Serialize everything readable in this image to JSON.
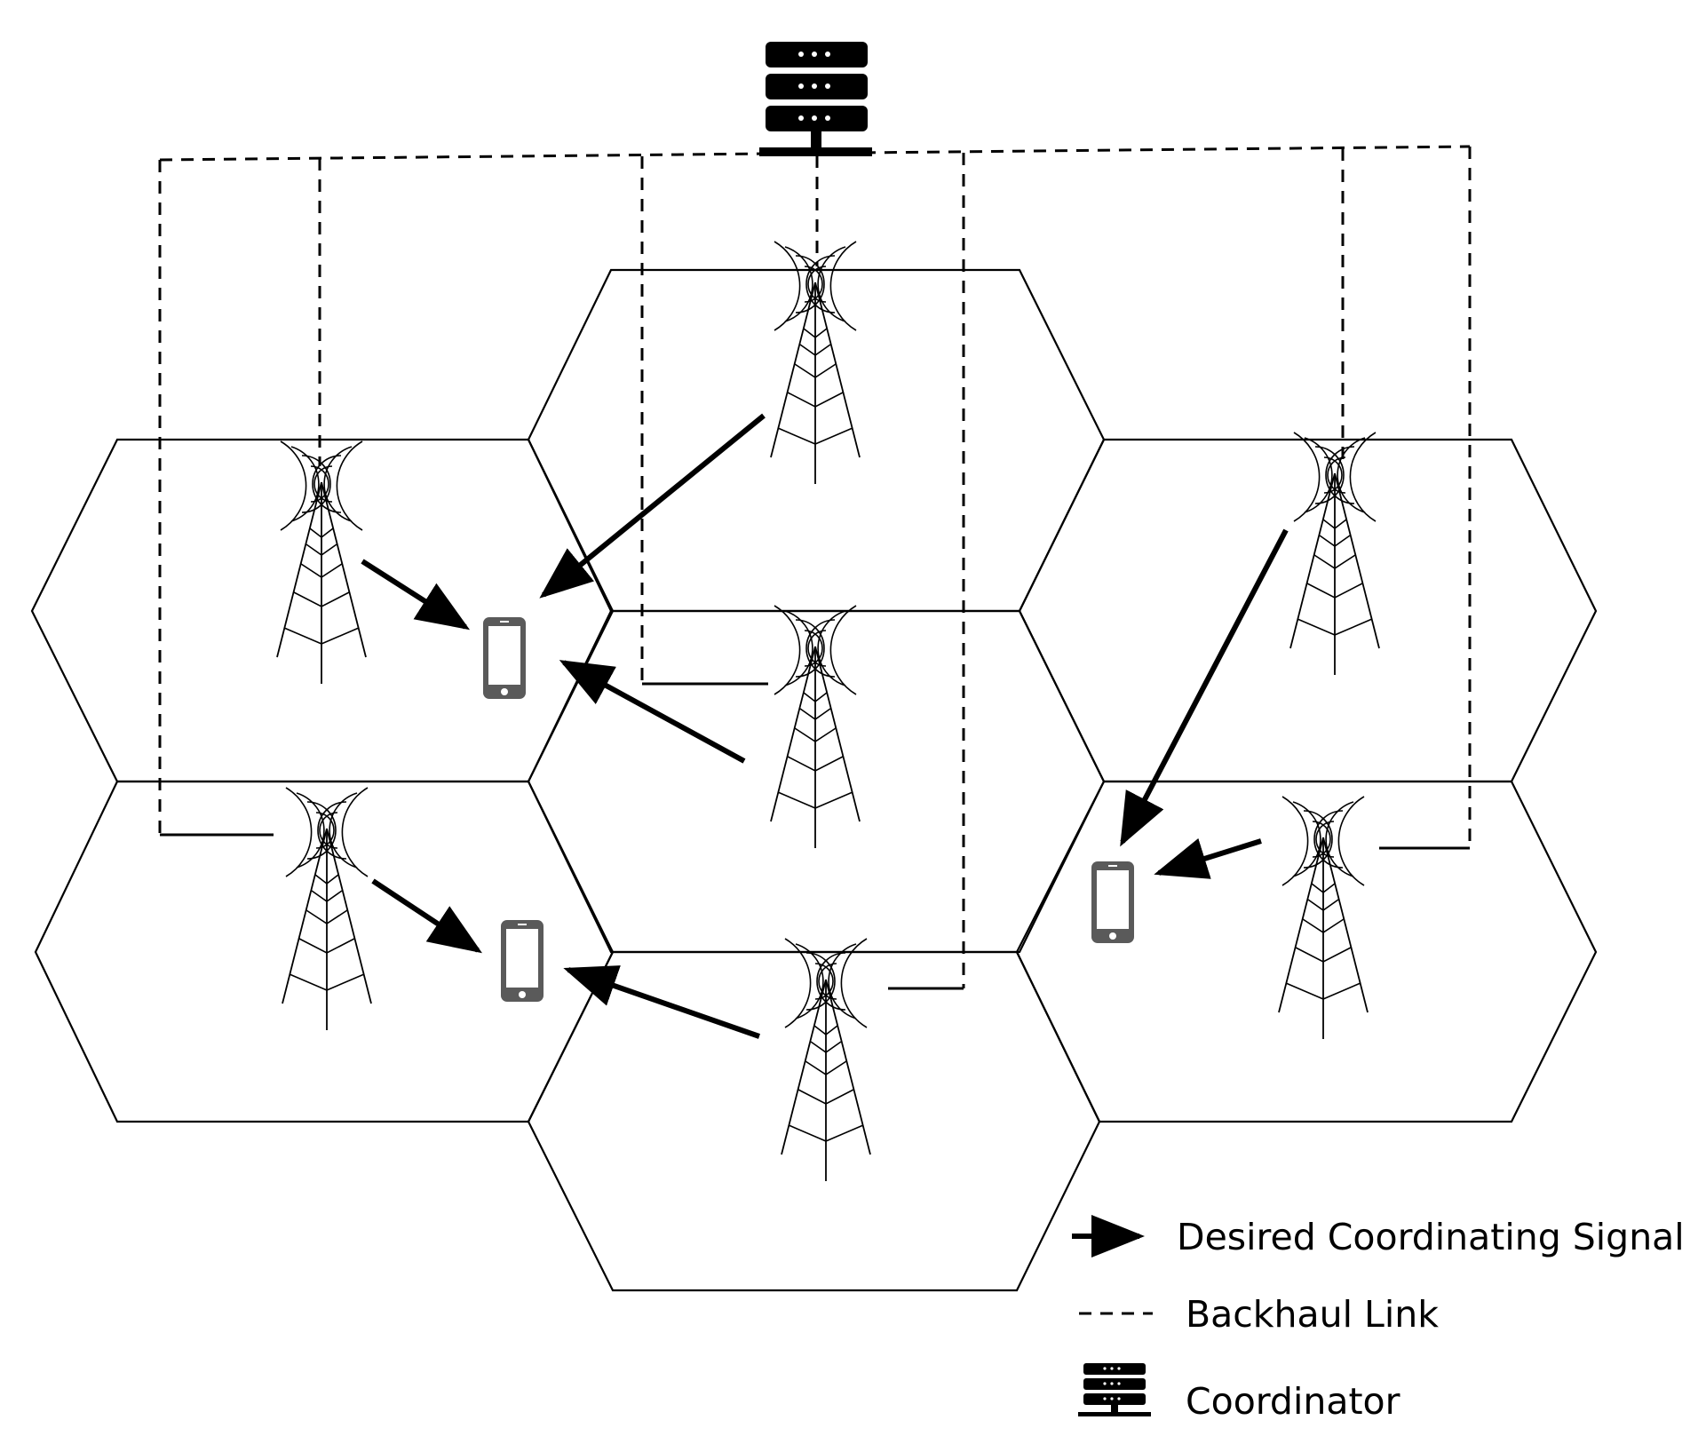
{
  "legend": {
    "signal": "Desired Coordinating Signal",
    "backhaul": "Backhaul Link",
    "coordinator": "Coordinator"
  },
  "colors": {
    "line": "#000000",
    "phone": "#5a5a5a",
    "background": "#ffffff"
  },
  "icons": {
    "coordinator": "server-icon",
    "tower": "cell-tower-icon",
    "device": "smartphone-icon"
  }
}
